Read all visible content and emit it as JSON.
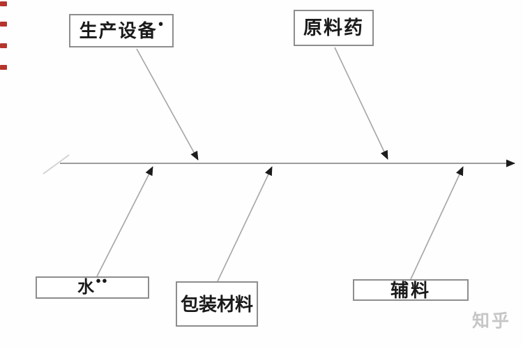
{
  "diagram": {
    "type": "fishbone-cause-effect",
    "causes": {
      "top": [
        {
          "label": "生产设备",
          "mark": "●"
        },
        {
          "label": "原料药",
          "mark": ""
        }
      ],
      "bottom": [
        {
          "label": "水",
          "mark": "●●"
        },
        {
          "label": "包装材料",
          "mark": ""
        },
        {
          "label": "辅料",
          "mark": ""
        }
      ]
    }
  },
  "watermark": {
    "text": "知乎"
  },
  "colors": {
    "spine_gray": "#9c9c9c",
    "bone_gray": "#a8a8a8",
    "faint_slash_gray": "#d2d2d2",
    "arrow_black": "#1c1c1c",
    "box_border_gray": "#8d8d8d",
    "label_text": "#1a1a1a",
    "red_mark": "#b5342c",
    "watermark_gray": "#c6c6c6"
  }
}
